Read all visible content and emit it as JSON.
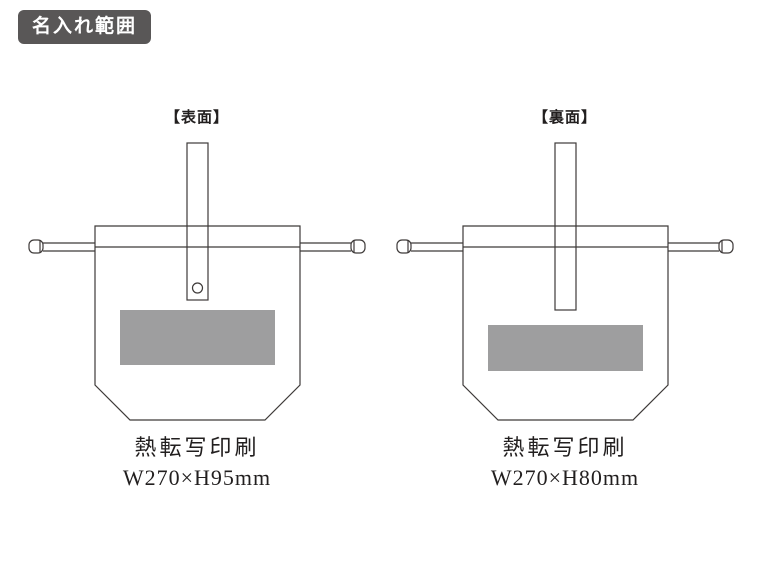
{
  "badge": {
    "label": "名入れ範囲"
  },
  "panels": [
    {
      "side_label": "【表面】",
      "print_method": "熱転写印刷",
      "print_size": "W270×H95mm"
    },
    {
      "side_label": "【裏面】",
      "print_method": "熱転写印刷",
      "print_size": "W270×H80mm"
    }
  ],
  "colors": {
    "badge_bg": "#595757",
    "badge_text": "#ffffff",
    "line": "#3e3a39",
    "print_area": "#9e9e9f",
    "background": "#ffffff"
  }
}
